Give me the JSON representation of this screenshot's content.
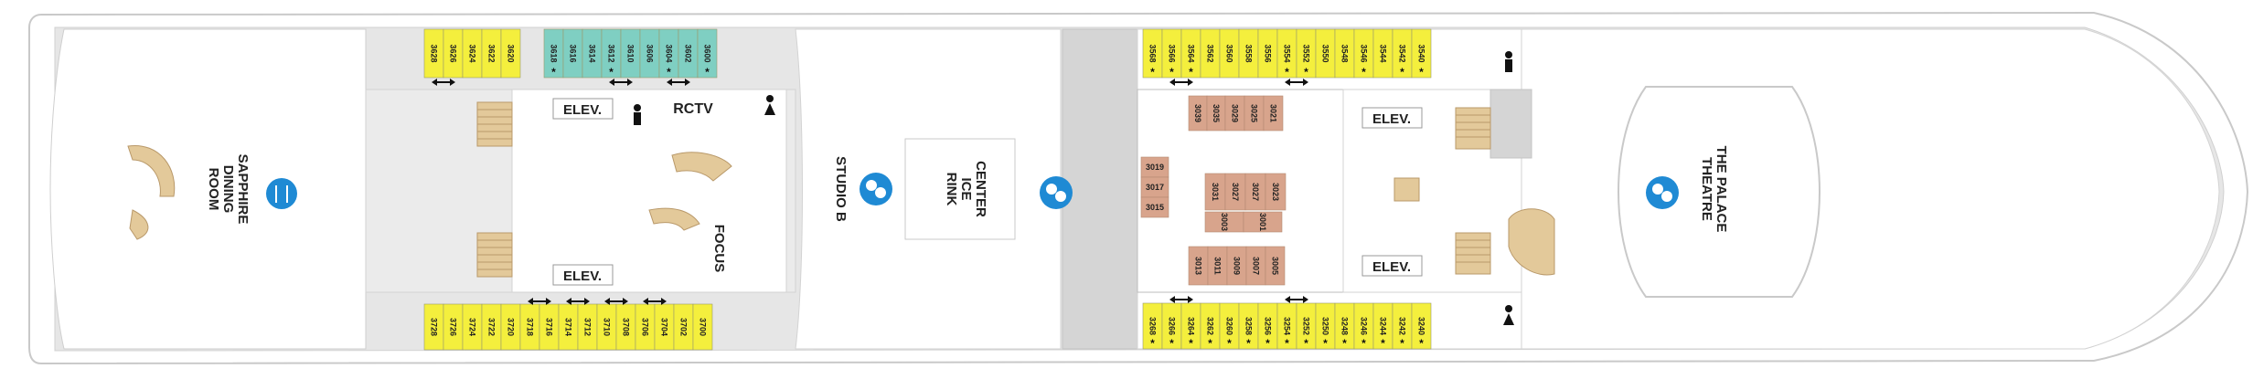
{
  "venues": {
    "dining": [
      "SAPPHIRE",
      "DINING",
      "ROOM"
    ],
    "studio": "STUDIO B",
    "rink": [
      "CENTER",
      "ICE",
      "RINK"
    ],
    "theatre": [
      "THE PALACE",
      "THEATRE"
    ],
    "focus": "FOCUS",
    "rctv": "RCTV",
    "elev": "ELEV."
  },
  "cabins": {
    "aft_top_yellow": [
      "3628",
      "3626",
      "3624",
      "3622",
      "3620"
    ],
    "aft_top_teal": [
      "3618",
      "3616",
      "3614",
      "3612",
      "3610",
      "3606",
      "3604",
      "3602",
      "3600"
    ],
    "aft_bottom": [
      "3728",
      "3726",
      "3724",
      "3722",
      "3720",
      "3718",
      "3716",
      "3714",
      "3712",
      "3710",
      "3708",
      "3706",
      "3704",
      "3702",
      "3700"
    ],
    "fwd_top": [
      "3568",
      "3566",
      "3564",
      "3562",
      "3560",
      "3558",
      "3556",
      "3554",
      "3552",
      "3550",
      "3548",
      "3546",
      "3544",
      "3542",
      "3540"
    ],
    "fwd_bottom": [
      "3268",
      "3266",
      "3264",
      "3262",
      "3260",
      "3258",
      "3256",
      "3254",
      "3252",
      "3250",
      "3248",
      "3246",
      "3244",
      "3242",
      "3240"
    ],
    "inside_top_left": [
      "3039",
      "3035"
    ],
    "inside_top_mid": [
      "3029",
      "3025",
      "3021"
    ],
    "inside_left": [
      "3019",
      "3017",
      "3015"
    ],
    "inside_mid_a": [
      "3031",
      "3027"
    ],
    "inside_mid_b": [
      "3027",
      "3023"
    ],
    "inside_mid_low": [
      "3003",
      "3001"
    ],
    "inside_bottom": [
      "3013",
      "3011",
      "3009",
      "3007",
      "3005"
    ]
  },
  "legend": {
    "accessible_marker": "*",
    "connecting_marker": "connecting-arrow"
  },
  "colors": {
    "balcony": "#f4ef3d",
    "accessible_teal": "#7fcfc2",
    "inside": "#d8a48c",
    "icon_blue": "#1f8ad4",
    "hull": "#e4e4e4",
    "stairs": "#e3c99a"
  }
}
